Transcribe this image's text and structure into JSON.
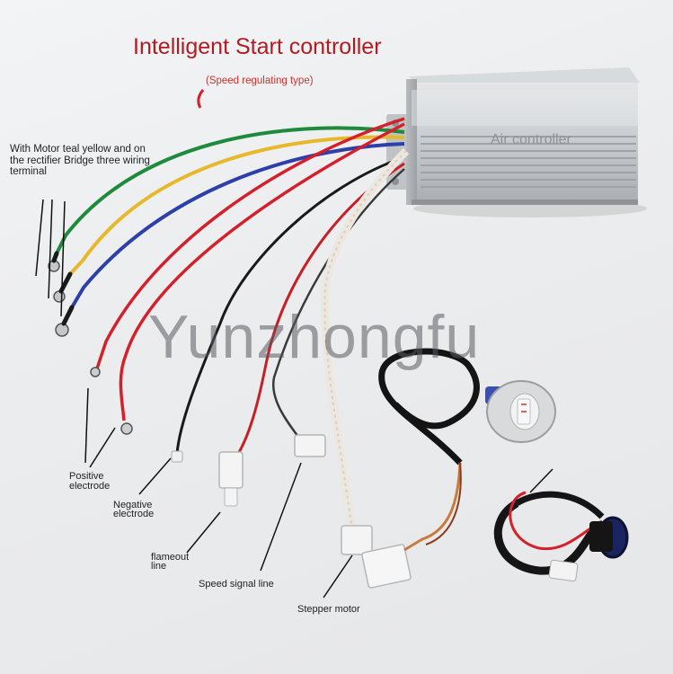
{
  "title": "Intelligent Start controller",
  "subtitle": "(Speed regulating type)",
  "watermark": "Yunzhongfu",
  "controller_label": "Air controller",
  "labels": {
    "motor_wiring": "With Motor teal yellow and on the rectifier Bridge three wiring terminal",
    "positive_line1": "Positive",
    "positive_line2": "electrode",
    "negative_line1": "Negative",
    "negative_line2": "electrode",
    "flameout_line1": "flameout",
    "flameout_line2": "line",
    "speed_signal": "Speed signal line",
    "stepper_motor": "Stepper motor"
  },
  "colors": {
    "title": "#b01c22",
    "wire_green": "#1e8a3c",
    "wire_yellow": "#e6b82a",
    "wire_blue": "#2d3fa8",
    "wire_red": "#d4202a",
    "wire_black": "#1a1a1a",
    "controller_body": "#c9cdd0"
  }
}
